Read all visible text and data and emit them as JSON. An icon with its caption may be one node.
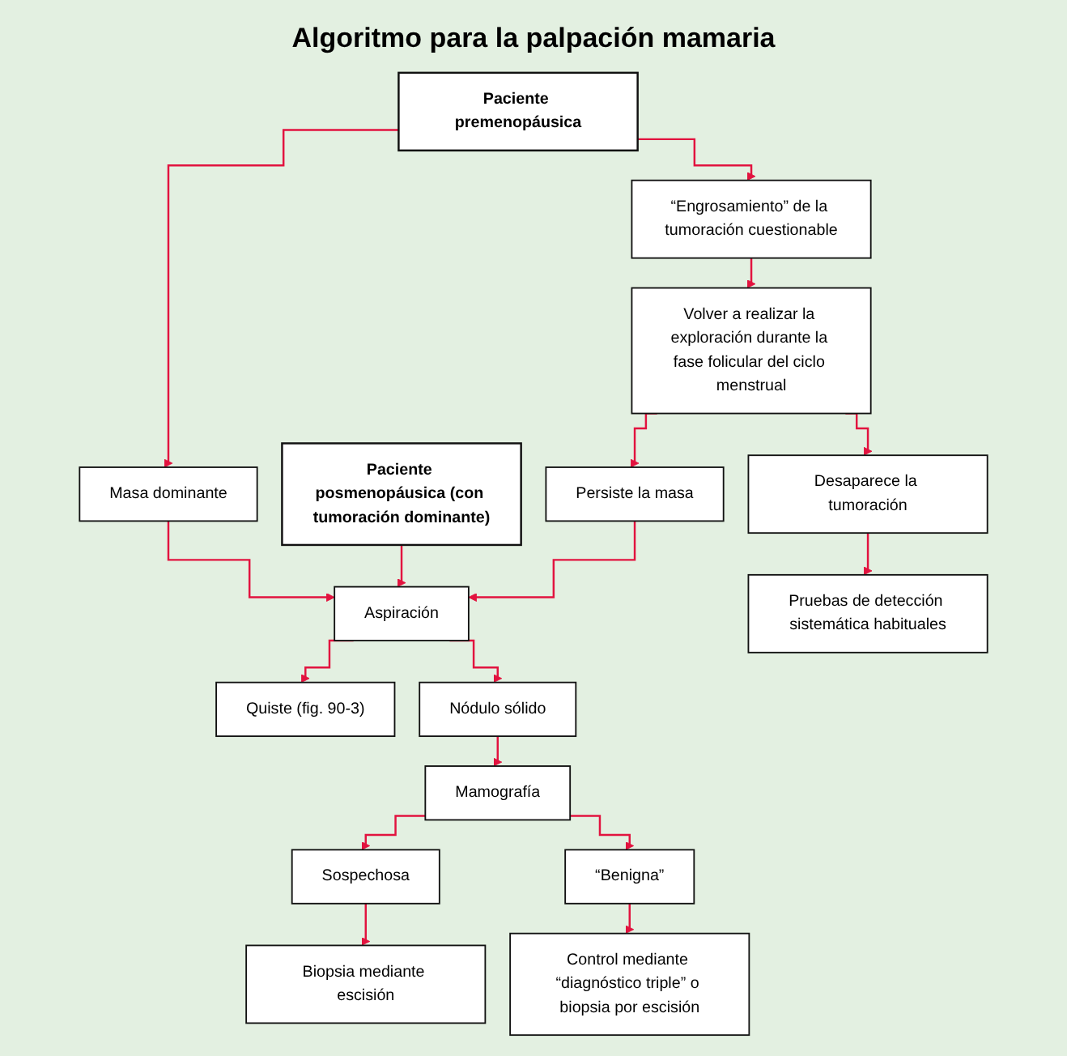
{
  "diagram": {
    "title": "Algoritmo para la palpación mamaria",
    "nodes": [
      {
        "text": [
          "Paciente premenopáusica"
        ]
      },
      {
        "text": [
          "Paciente posmenopáusica (con tumoración dominante)"
        ]
      },
      {
        "text": [
          "“Engrosamiento” de la tumoración cuestionable"
        ]
      },
      {
        "text": [
          "Masa dominante"
        ]
      },
      {
        "text": [
          "Volver a realizar la exploración durante la fase folicular del ciclo menstrual"
        ]
      },
      {
        "text": [
          "Persiste la masa"
        ]
      },
      {
        "text": [
          "Aspiración"
        ]
      },
      {
        "text": [
          "Quiste (fig. 90-3)"
        ]
      },
      {
        "text": [
          "Nódulo sólido"
        ]
      },
      {
        "text": [
          "Desaparece la tumoración"
        ]
      },
      {
        "text": [
          "Pruebas de detección sistemática habituales"
        ]
      },
      {
        "text": [
          "Mamografía"
        ]
      },
      {
        "text": [
          "Sospechosa"
        ]
      },
      {
        "text": [
          "“Benigna”"
        ]
      },
      {
        "text": [
          "Biopsia mediante escisión"
        ]
      },
      {
        "text": [
          "Control mediante “diagnóstico triple” o biopsia por escisión"
        ]
      }
    ],
    "edges": [
      {
        "from": 0,
        "to": 2,
        "arrow": "to"
      },
      {
        "from": 0,
        "to": 3,
        "arrow": "to"
      },
      {
        "from": 3,
        "to": 6,
        "arrow": "to"
      },
      {
        "from": 1,
        "to": 6,
        "arrow": "to"
      },
      {
        "from": 2,
        "to": 4,
        "arrow": "to"
      },
      {
        "from": 4,
        "to": 5,
        "arrow": "to"
      },
      {
        "from": 5,
        "to": 6,
        "arrow": "to"
      },
      {
        "from": 4,
        "to": 9,
        "arrow": "to"
      },
      {
        "from": 9,
        "to": 10,
        "arrow": "to"
      },
      {
        "from": 6,
        "to": 7,
        "arrow": "to"
      },
      {
        "from": 6,
        "to": 8,
        "arrow": "to"
      },
      {
        "from": 8,
        "to": 11,
        "arrow": "to"
      },
      {
        "from": 11,
        "to": 12,
        "arrow": "to"
      },
      {
        "from": 12,
        "to": 14,
        "arrow": "to"
      },
      {
        "from": 11,
        "to": 13,
        "arrow": "to"
      },
      {
        "from": 13,
        "to": 15,
        "arrow": "to"
      }
    ]
  }
}
